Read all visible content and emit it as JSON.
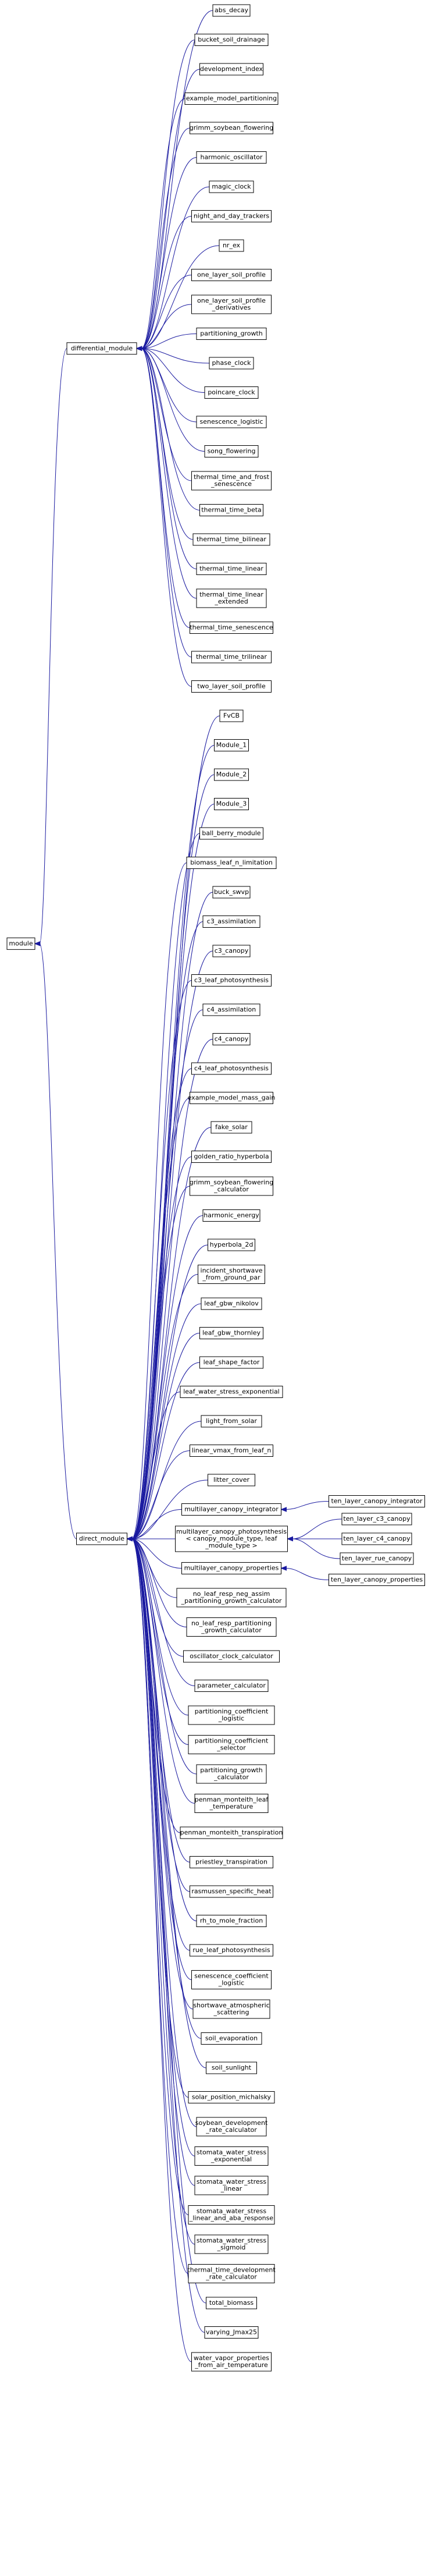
{
  "graph": {
    "root": {
      "id": "module",
      "label": [
        "module"
      ]
    },
    "groups": [
      {
        "id": "differential_module",
        "label": [
          "differential_module"
        ],
        "children": [
          {
            "id": "abs_decay",
            "label": [
              "abs_decay"
            ]
          },
          {
            "id": "bucket_soil_drainage",
            "label": [
              "bucket_soil_drainage"
            ]
          },
          {
            "id": "development_index",
            "label": [
              "development_index"
            ]
          },
          {
            "id": "example_model_partitioning",
            "label": [
              "example_model_partitioning"
            ]
          },
          {
            "id": "grimm_soybean_flowering",
            "label": [
              "grimm_soybean_flowering"
            ]
          },
          {
            "id": "harmonic_oscillator",
            "label": [
              "harmonic_oscillator"
            ]
          },
          {
            "id": "magic_clock",
            "label": [
              "magic_clock"
            ]
          },
          {
            "id": "night_and_day_trackers",
            "label": [
              "night_and_day_trackers"
            ]
          },
          {
            "id": "nr_ex",
            "label": [
              "nr_ex"
            ]
          },
          {
            "id": "one_layer_soil_profile",
            "label": [
              "one_layer_soil_profile"
            ]
          },
          {
            "id": "one_layer_soil_profile_derivatives",
            "label": [
              "one_layer_soil_profile",
              "_derivatives"
            ]
          },
          {
            "id": "partitioning_growth",
            "label": [
              "partitioning_growth"
            ]
          },
          {
            "id": "phase_clock",
            "label": [
              "phase_clock"
            ]
          },
          {
            "id": "poincare_clock",
            "label": [
              "poincare_clock"
            ]
          },
          {
            "id": "senescence_logistic",
            "label": [
              "senescence_logistic"
            ]
          },
          {
            "id": "song_flowering",
            "label": [
              "song_flowering"
            ]
          },
          {
            "id": "thermal_time_and_frost_senescence",
            "label": [
              "thermal_time_and_frost",
              "_senescence"
            ]
          },
          {
            "id": "thermal_time_beta",
            "label": [
              "thermal_time_beta"
            ]
          },
          {
            "id": "thermal_time_bilinear",
            "label": [
              "thermal_time_bilinear"
            ]
          },
          {
            "id": "thermal_time_linear",
            "label": [
              "thermal_time_linear"
            ]
          },
          {
            "id": "thermal_time_linear_extended",
            "label": [
              "thermal_time_linear",
              "_extended"
            ]
          },
          {
            "id": "thermal_time_senescence",
            "label": [
              "thermal_time_senescence"
            ]
          },
          {
            "id": "thermal_time_trilinear",
            "label": [
              "thermal_time_trilinear"
            ]
          },
          {
            "id": "two_layer_soil_profile",
            "label": [
              "two_layer_soil_profile"
            ]
          }
        ]
      },
      {
        "id": "direct_module",
        "label": [
          "direct_module"
        ],
        "children": [
          {
            "id": "FvCB",
            "label": [
              "FvCB"
            ]
          },
          {
            "id": "Module_1",
            "label": [
              "Module_1"
            ]
          },
          {
            "id": "Module_2",
            "label": [
              "Module_2"
            ]
          },
          {
            "id": "Module_3",
            "label": [
              "Module_3"
            ]
          },
          {
            "id": "ball_berry_module",
            "label": [
              "ball_berry_module"
            ]
          },
          {
            "id": "biomass_leaf_n_limitation",
            "label": [
              "biomass_leaf_n_limitation"
            ]
          },
          {
            "id": "buck_swvp",
            "label": [
              "buck_swvp"
            ]
          },
          {
            "id": "c3_assimilation",
            "label": [
              "c3_assimilation"
            ]
          },
          {
            "id": "c3_canopy",
            "label": [
              "c3_canopy"
            ]
          },
          {
            "id": "c3_leaf_photosynthesis",
            "label": [
              "c3_leaf_photosynthesis"
            ]
          },
          {
            "id": "c4_assimilation",
            "label": [
              "c4_assimilation"
            ]
          },
          {
            "id": "c4_canopy",
            "label": [
              "c4_canopy"
            ]
          },
          {
            "id": "c4_leaf_photosynthesis",
            "label": [
              "c4_leaf_photosynthesis"
            ]
          },
          {
            "id": "example_model_mass_gain",
            "label": [
              "example_model_mass_gain"
            ]
          },
          {
            "id": "fake_solar",
            "label": [
              "fake_solar"
            ]
          },
          {
            "id": "golden_ratio_hyperbola",
            "label": [
              "golden_ratio_hyperbola"
            ]
          },
          {
            "id": "grimm_soybean_flowering_calculator",
            "label": [
              "grimm_soybean_flowering",
              "_calculator"
            ]
          },
          {
            "id": "harmonic_energy",
            "label": [
              "harmonic_energy"
            ]
          },
          {
            "id": "hyperbola_2d",
            "label": [
              "hyperbola_2d"
            ]
          },
          {
            "id": "incident_shortwave_from_ground_par",
            "label": [
              "incident_shortwave",
              "_from_ground_par"
            ]
          },
          {
            "id": "leaf_gbw_nikolov",
            "label": [
              "leaf_gbw_nikolov"
            ]
          },
          {
            "id": "leaf_gbw_thornley",
            "label": [
              "leaf_gbw_thornley"
            ]
          },
          {
            "id": "leaf_shape_factor",
            "label": [
              "leaf_shape_factor"
            ]
          },
          {
            "id": "leaf_water_stress_exponential",
            "label": [
              "leaf_water_stress_exponential"
            ]
          },
          {
            "id": "light_from_solar",
            "label": [
              "light_from_solar"
            ]
          },
          {
            "id": "linear_vmax_from_leaf_n",
            "label": [
              "linear_vmax_from_leaf_n"
            ]
          },
          {
            "id": "litter_cover",
            "label": [
              "litter_cover"
            ]
          },
          {
            "id": "multilayer_canopy_integrator",
            "label": [
              "multilayer_canopy_integrator"
            ]
          },
          {
            "id": "multilayer_canopy_photosynthesis",
            "label": [
              "multilayer_canopy_photosynthesis",
              "< canopy_module_type, leaf",
              "_module_type >"
            ]
          },
          {
            "id": "multilayer_canopy_properties",
            "label": [
              "multilayer_canopy_properties"
            ]
          },
          {
            "id": "no_leaf_resp_neg_assim_partitioning_growth_calculator",
            "label": [
              "no_leaf_resp_neg_assim",
              "_partitioning_growth_calculator"
            ]
          },
          {
            "id": "no_leaf_resp_partitioning_growth_calculator",
            "label": [
              "no_leaf_resp_partitioning",
              "_growth_calculator"
            ]
          },
          {
            "id": "oscillator_clock_calculator",
            "label": [
              "oscillator_clock_calculator"
            ]
          },
          {
            "id": "parameter_calculator",
            "label": [
              "parameter_calculator"
            ]
          },
          {
            "id": "partitioning_coefficient_logistic",
            "label": [
              "partitioning_coefficient",
              "_logistic"
            ]
          },
          {
            "id": "partitioning_coefficient_selector",
            "label": [
              "partitioning_coefficient",
              "_selector"
            ]
          },
          {
            "id": "partitioning_growth_calculator",
            "label": [
              "partitioning_growth",
              "_calculator"
            ]
          },
          {
            "id": "penman_monteith_leaf_temperature",
            "label": [
              "penman_monteith_leaf",
              "_temperature"
            ]
          },
          {
            "id": "penman_monteith_transpiration",
            "label": [
              "penman_monteith_transpiration"
            ]
          },
          {
            "id": "priestley_transpiration",
            "label": [
              "priestley_transpiration"
            ]
          },
          {
            "id": "rasmussen_specific_heat",
            "label": [
              "rasmussen_specific_heat"
            ]
          },
          {
            "id": "rh_to_mole_fraction",
            "label": [
              "rh_to_mole_fraction"
            ]
          },
          {
            "id": "rue_leaf_photosynthesis",
            "label": [
              "rue_leaf_photosynthesis"
            ]
          },
          {
            "id": "senescence_coefficient_logistic",
            "label": [
              "senescence_coefficient",
              "_logistic"
            ]
          },
          {
            "id": "shortwave_atmospheric_scattering",
            "label": [
              "shortwave_atmospheric",
              "_scattering"
            ]
          },
          {
            "id": "soil_evaporation",
            "label": [
              "soil_evaporation"
            ]
          },
          {
            "id": "soil_sunlight",
            "label": [
              "soil_sunlight"
            ]
          },
          {
            "id": "solar_position_michalsky",
            "label": [
              "solar_position_michalsky"
            ]
          },
          {
            "id": "soybean_development_rate_calculator",
            "label": [
              "soybean_development",
              "_rate_calculator"
            ]
          },
          {
            "id": "stomata_water_stress_exponential",
            "label": [
              "stomata_water_stress",
              "_exponential"
            ]
          },
          {
            "id": "stomata_water_stress_linear",
            "label": [
              "stomata_water_stress",
              "_linear"
            ]
          },
          {
            "id": "stomata_water_stress_linear_and_aba_response",
            "label": [
              "stomata_water_stress",
              "_linear_and_aba_response"
            ]
          },
          {
            "id": "stomata_water_stress_sigmoid",
            "label": [
              "stomata_water_stress",
              "_sigmoid"
            ]
          },
          {
            "id": "thermal_time_development_rate_calculator",
            "label": [
              "thermal_time_development",
              "_rate_calculator"
            ]
          },
          {
            "id": "total_biomass",
            "label": [
              "total_biomass"
            ]
          },
          {
            "id": "varying_Jmax25",
            "label": [
              "varying_Jmax25"
            ]
          },
          {
            "id": "water_vapor_properties_from_air_temperature",
            "label": [
              "water_vapor_properties",
              "_from_air_temperature"
            ]
          }
        ]
      }
    ],
    "level3": [
      {
        "id": "ten_layer_canopy_integrator",
        "label": [
          "ten_layer_canopy_integrator"
        ],
        "parent": "multilayer_canopy_integrator"
      },
      {
        "id": "ten_layer_c3_canopy",
        "label": [
          "ten_layer_c3_canopy"
        ],
        "parent": "multilayer_canopy_photosynthesis"
      },
      {
        "id": "ten_layer_c4_canopy",
        "label": [
          "ten_layer_c4_canopy"
        ],
        "parent": "multilayer_canopy_photosynthesis"
      },
      {
        "id": "ten_layer_rue_canopy",
        "label": [
          "ten_layer_rue_canopy"
        ],
        "parent": "multilayer_canopy_photosynthesis"
      },
      {
        "id": "ten_layer_canopy_properties",
        "label": [
          "ten_layer_canopy_properties"
        ],
        "parent": "multilayer_canopy_properties"
      }
    ]
  },
  "colors": {
    "edge": "#1a1aa0",
    "node_border": "#000000",
    "node_fill": "#ffffff",
    "text": "#000000"
  }
}
